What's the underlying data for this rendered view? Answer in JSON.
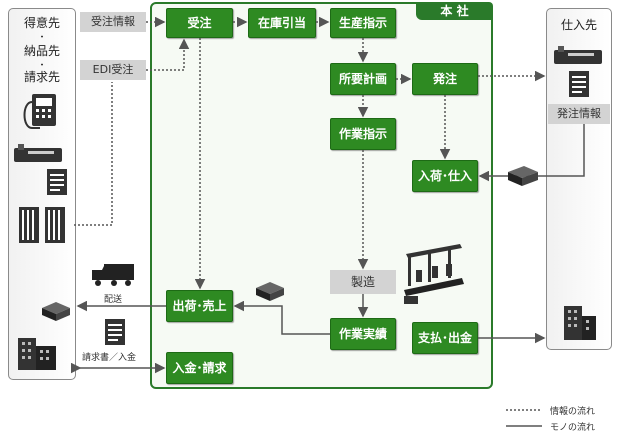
{
  "hq": {
    "tag": "本 社"
  },
  "customer": {
    "lines": [
      "得意先",
      "・",
      "納品先",
      "・",
      "請求先"
    ]
  },
  "supplier": {
    "title": "仕入先",
    "order_info": "発注情報"
  },
  "inputs": {
    "order_info": "受注情報",
    "edi": "EDI受注"
  },
  "process": {
    "juchu": "受注",
    "zaiko": "在庫引当",
    "seisan": "生産指示",
    "shoyo": "所要計画",
    "hatchu": "発注",
    "sagyo_shiji": "作業指示",
    "nyuka": "入荷･仕入",
    "seizo": "製造",
    "shukka": "出荷･売上",
    "sagyo_jisseki": "作業実績",
    "shiharai": "支払･出金",
    "nyukin": "入金･請求"
  },
  "notes": {
    "delivery": "配送",
    "invoice": "請求書／入金"
  },
  "legend": {
    "info": "情報の流れ",
    "goods": "モノの流れ"
  }
}
